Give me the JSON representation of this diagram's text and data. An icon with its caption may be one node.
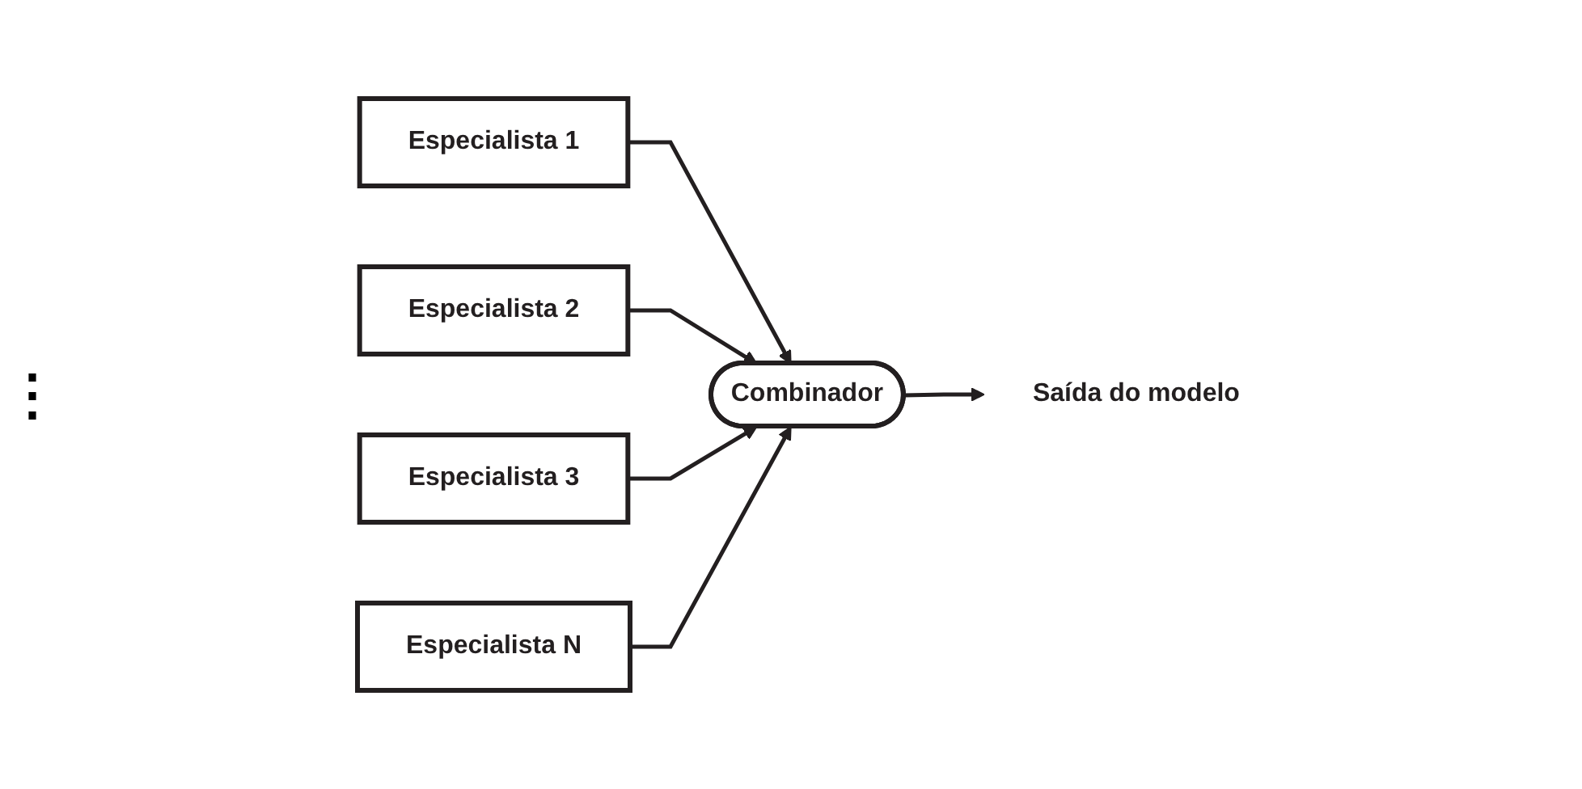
{
  "diagram": {
    "nodes": [
      {
        "text": [
          "Especialista 1"
        ]
      },
      {
        "text": [
          "Especialista 2"
        ]
      },
      {
        "text": [
          "Especialista 3"
        ]
      },
      {
        "text": [
          "Especialista N"
        ]
      },
      {
        "text": [
          "Combinador"
        ]
      },
      {
        "text": [
          "Saída do modelo"
        ]
      }
    ],
    "edges": [
      {
        "from": 0,
        "to": 4,
        "arrow": "to"
      },
      {
        "from": 1,
        "to": 4,
        "arrow": "to"
      },
      {
        "from": 2,
        "to": 4,
        "arrow": "to"
      },
      {
        "from": 3,
        "to": 4,
        "arrow": "to"
      },
      {
        "from": 4,
        "to": 5,
        "arrow": "to"
      }
    ],
    "labels": [
      "⋮"
    ]
  }
}
